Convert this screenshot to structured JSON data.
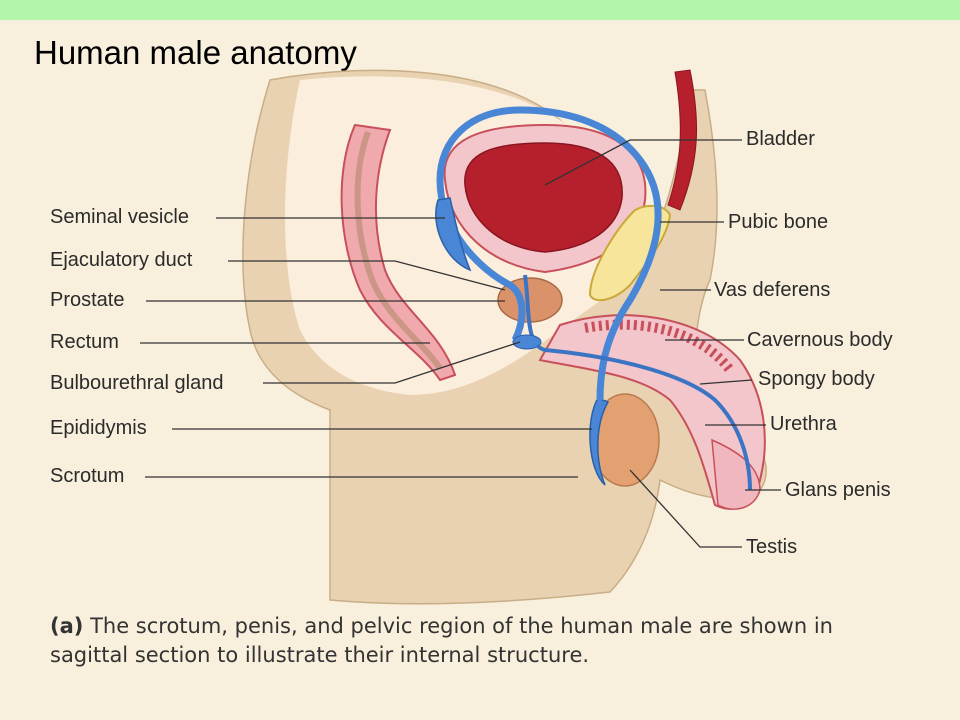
{
  "title": "Human male anatomy",
  "colors": {
    "background": "#f8efdc",
    "top_band": "#b4f5ac",
    "skin": "#e8d2b2",
    "tissue": "#f3c6cc",
    "bladder": "#b5202c",
    "duct": "#4a86d6",
    "bone": "#f6e59a",
    "prostate": "#d9926a",
    "testis": "#e3a171",
    "leader": "#333333"
  },
  "labels_left": [
    "Seminal vesicle",
    "Ejaculatory duct",
    "Prostate",
    "Rectum",
    "Bulbourethral gland",
    "Epididymis",
    "Scrotum"
  ],
  "labels_right": [
    "Bladder",
    "Pubic bone",
    "Vas deferens",
    "Cavernous body",
    "Spongy body",
    "Urethra",
    "Glans penis",
    "Testis"
  ],
  "caption": {
    "prefix": "(a)",
    "text": "The scrotum, penis, and pelvic region of the human male are shown in sagittal section to illustrate their internal structure."
  }
}
